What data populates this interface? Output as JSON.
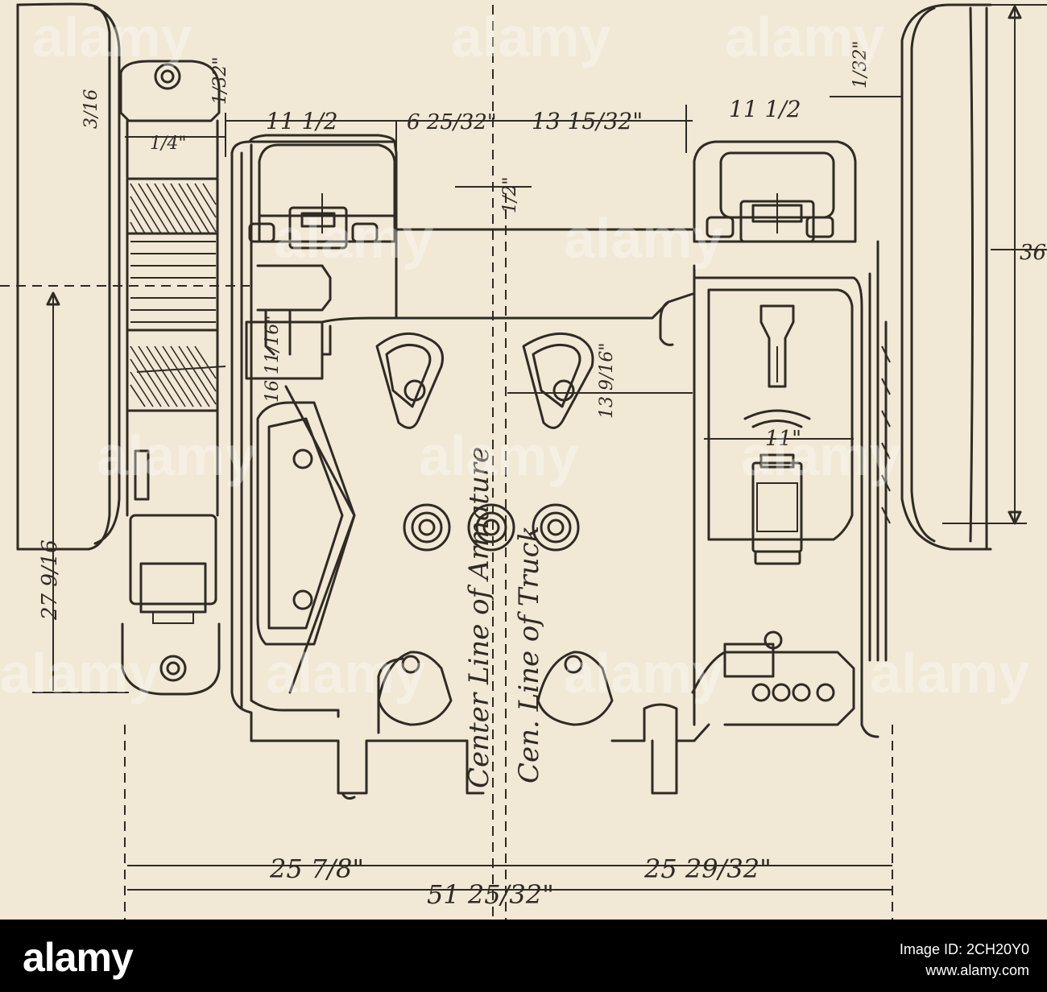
{
  "dimensions": {
    "d1": "36",
    "d2": "27 9/16",
    "d3": "3/16",
    "d4": "1/4\"",
    "d5": "1/32\"",
    "d6": "11 1/2",
    "d7": "6 25/32\"",
    "d8": "13 15/32\"",
    "d9": "11 1/2",
    "d10": "1/32\"",
    "d11": "1/2\"",
    "d12": "16 11/16\"",
    "d13": "13 9/16\"",
    "d14": "11\"",
    "d15": "25 7/8\"",
    "d16": "25 29/32\"",
    "d17": "51 25/32\""
  },
  "labels": {
    "center_armature": "Center Line of Armature",
    "center_truck": "Cen. Line of Truck"
  },
  "watermark": {
    "brand": "alamy"
  },
  "footer": {
    "brand": "alamy",
    "site": "www.alamy.com",
    "image_id_label": "Image ID: 2CH20Y0",
    "image_id": "2CH20Y0"
  }
}
